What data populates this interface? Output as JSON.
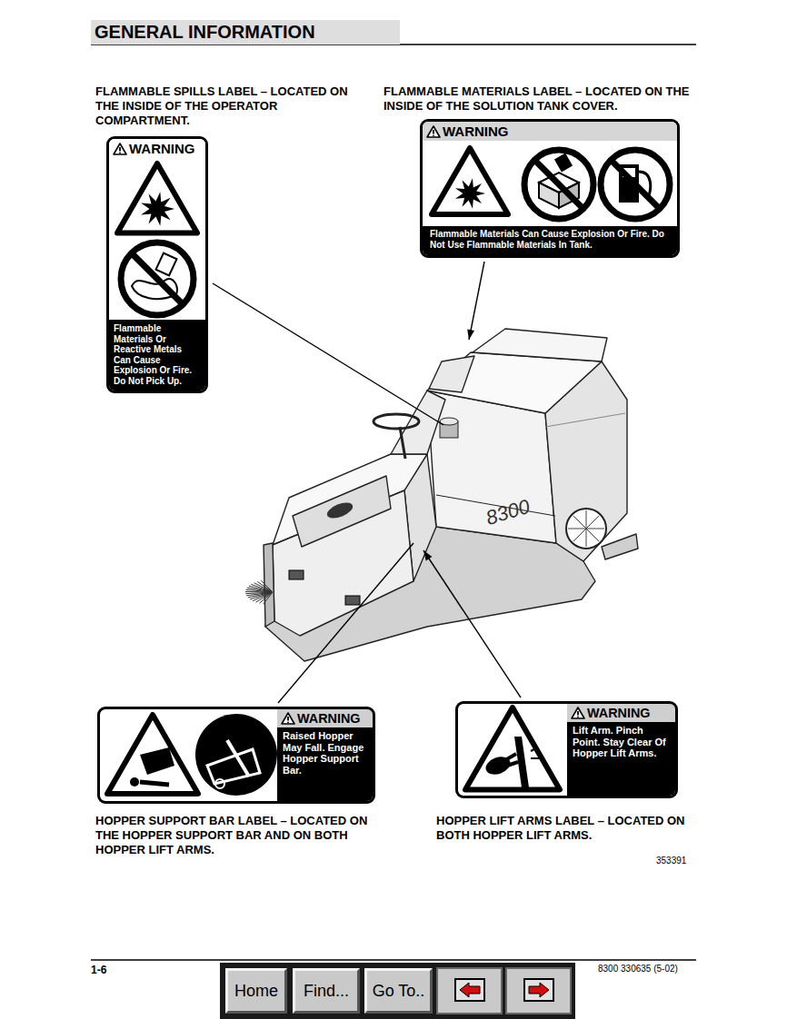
{
  "diagram": {
    "title": "GENERAL INFORMATION",
    "nodes": [
      {
        "text": [
          "WARNING",
          "Flammable Materials Or Reactive Metals Can Cause Explosion Or Fire. Do Not Pick Up."
        ]
      },
      {
        "text": [
          "WARNING",
          "Flammable Materials Can Cause Explosion Or Fire. Do Not Use Flammable Materials In Tank."
        ]
      },
      {
        "text": [
          "WARNING",
          "Raised Hopper May Fall. Engage Hopper Support Bar."
        ]
      },
      {
        "text": [
          "WARNING",
          "Lift Arm. Pinch Point. Stay Clear Of Hopper Lift Arms."
        ]
      },
      {
        "text": [
          "Home"
        ]
      },
      {
        "text": [
          "Find..."
        ]
      },
      {
        "text": [
          "Go To.."
        ]
      }
    ],
    "labels": [
      "FLAMMABLE SPILLS LABEL – LOCATED ON THE INSIDE OF THE OPERATOR COMPARTMENT.",
      "FLAMMABLE MATERIALS LABEL – LOCATED ON THE INSIDE OF THE SOLUTION TANK COVER.",
      "HOPPER SUPPORT BAR LABEL – LOCATED ON THE HOPPER SUPPORT BAR AND ON BOTH HOPPER LIFT ARMS.",
      "HOPPER LIFT ARMS LABEL – LOCATED ON BOTH HOPPER LIFT ARMS.",
      "8300",
      "353391",
      "1-6",
      "8300 330635 (5-02)"
    ]
  }
}
